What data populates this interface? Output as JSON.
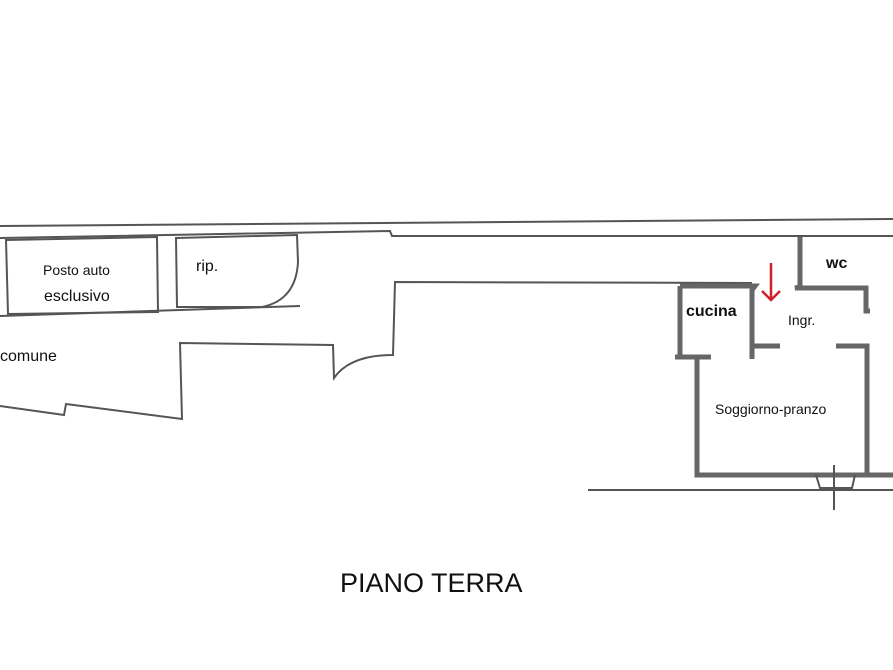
{
  "plan": {
    "title": "PIANO TERRA",
    "rooms": {
      "parking_line1": "Posto auto",
      "parking_line2": "esclusivo",
      "storage": "rip.",
      "common": "comune",
      "wc": "wc",
      "kitchen": "cucina",
      "entrance": "Ingr.",
      "living": "Soggiorno-pranzo"
    },
    "entrance_arrow_color": "#d0202a"
  }
}
